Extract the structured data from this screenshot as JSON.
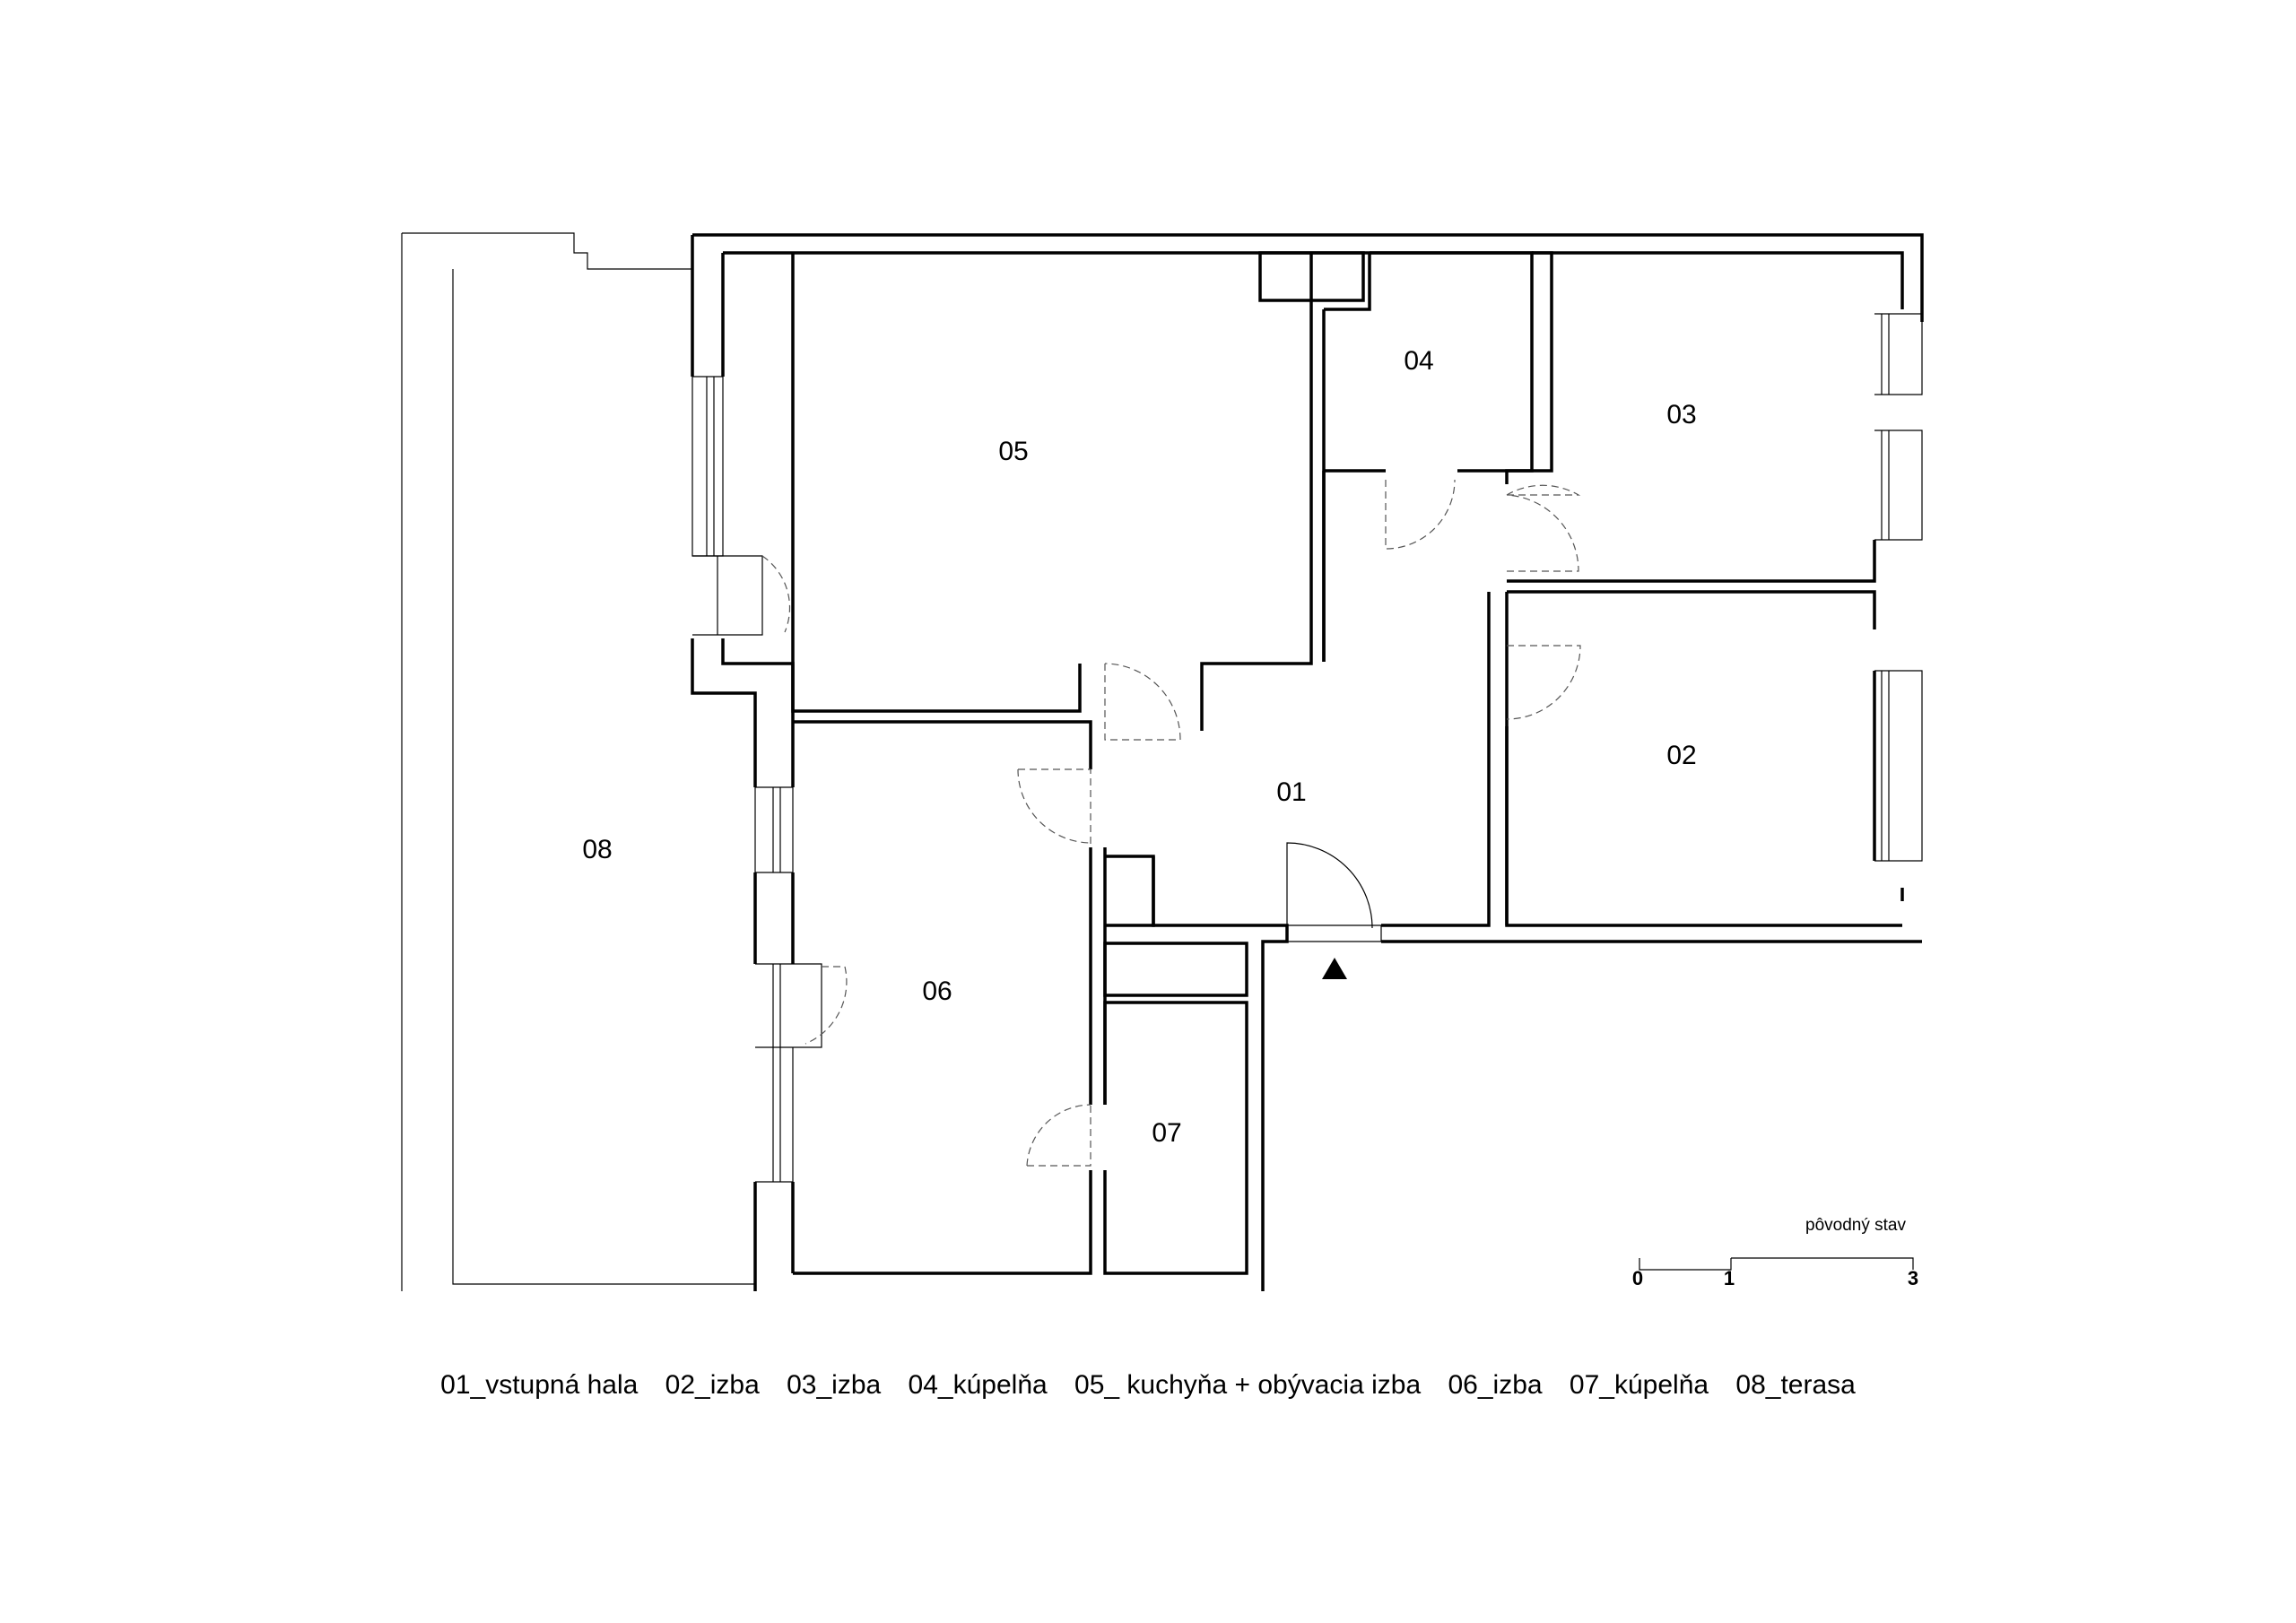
{
  "rooms": [
    {
      "id": "01",
      "name": "vstupná hala"
    },
    {
      "id": "02",
      "name": "izba"
    },
    {
      "id": "03",
      "name": "izba"
    },
    {
      "id": "04",
      "name": "kúpelňa"
    },
    {
      "id": "05",
      "name": "kuchyňa + obývacia izba"
    },
    {
      "id": "06",
      "name": "izba"
    },
    {
      "id": "07",
      "name": "kúpelňa"
    },
    {
      "id": "08",
      "name": "terasa"
    }
  ],
  "legend": [
    "01_vstupná hala",
    "02_izba",
    "03_izba",
    "04_kúpelňa",
    "05_ kuchyňa + obývacia izba",
    "06_izba",
    "07_kúpelňa",
    "08_terasa"
  ],
  "scale": {
    "caption": "pôvodný stav",
    "ticks": [
      "0",
      "1",
      "3"
    ]
  }
}
